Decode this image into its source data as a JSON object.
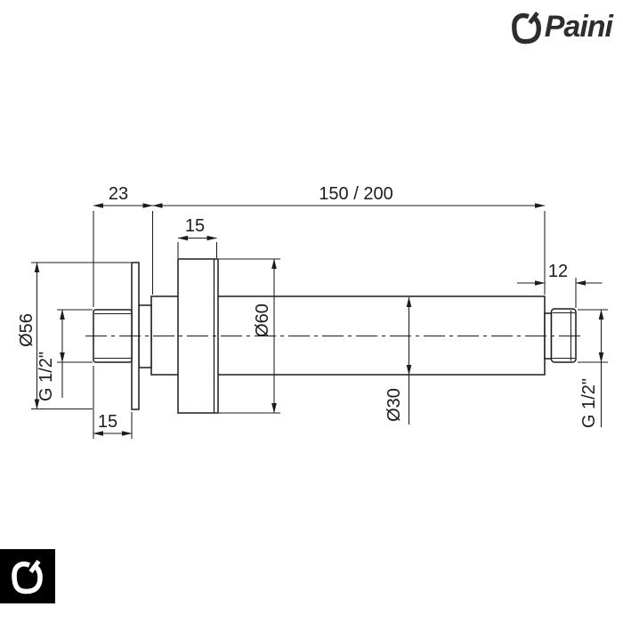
{
  "brand": {
    "wordmark": "Paini",
    "mark_icon": "paini-apple-icon"
  },
  "footer_badge": {
    "mark_icon": "paini-apple-icon"
  },
  "colors": {
    "background": "#ffffff",
    "drawing_line": "#1c1c1c",
    "dimension_text": "#1c1c1c",
    "brand_text": "#2d2d2d",
    "footer_badge_bg": "#000000",
    "footer_badge_mark": "#ffffff"
  },
  "drawing": {
    "dimensions": {
      "offset_left": {
        "label": "23"
      },
      "arm_length": {
        "label": "150 / 200"
      },
      "flange_width": {
        "label": "15"
      },
      "right_thread_length": {
        "label": "12"
      },
      "wall_plate_diameter": {
        "label": "Ø56"
      },
      "left_thread": {
        "label": "G 1/2\""
      },
      "flange_diameter": {
        "label": "Ø60"
      },
      "tube_diameter": {
        "label": "Ø30"
      },
      "left_thread_length": {
        "label": "15"
      },
      "right_thread": {
        "label": "G 1/2\""
      }
    }
  }
}
